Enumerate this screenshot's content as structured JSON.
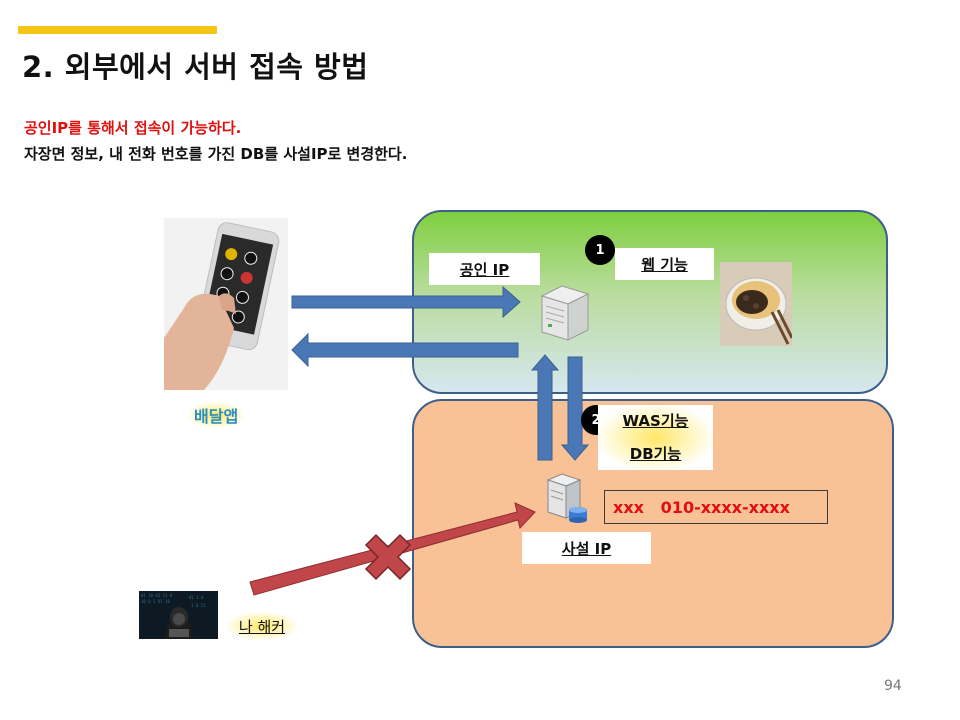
{
  "slide": {
    "title": "2. 외부에서 서버 접속 방법",
    "line1": "공인IP를 통해서 접속이 가능하다.",
    "line2": "자장면 정보, 내 전화 번호를 가진 DB를 사설IP로 변경한다.",
    "page_number": "94"
  },
  "diagram": {
    "app_label": "배달앱",
    "public_ip_label": "공인 IP",
    "web_label": "웹 기능",
    "badge1": "1",
    "badge2": "2",
    "was_label": "WAS기능",
    "db_label": "DB기능",
    "db_record": "xxx   010-xxxx-xxxx",
    "private_ip_label": "사설 IP",
    "hacker_label": "나 해커"
  },
  "colors": {
    "accent": "#f5c518",
    "arrow_blue": "#4a78b7",
    "arrow_red": "#c0464a",
    "highlight_red": "#e01010",
    "panel_green": "#a9d38a",
    "panel_orange": "#f8c196"
  }
}
